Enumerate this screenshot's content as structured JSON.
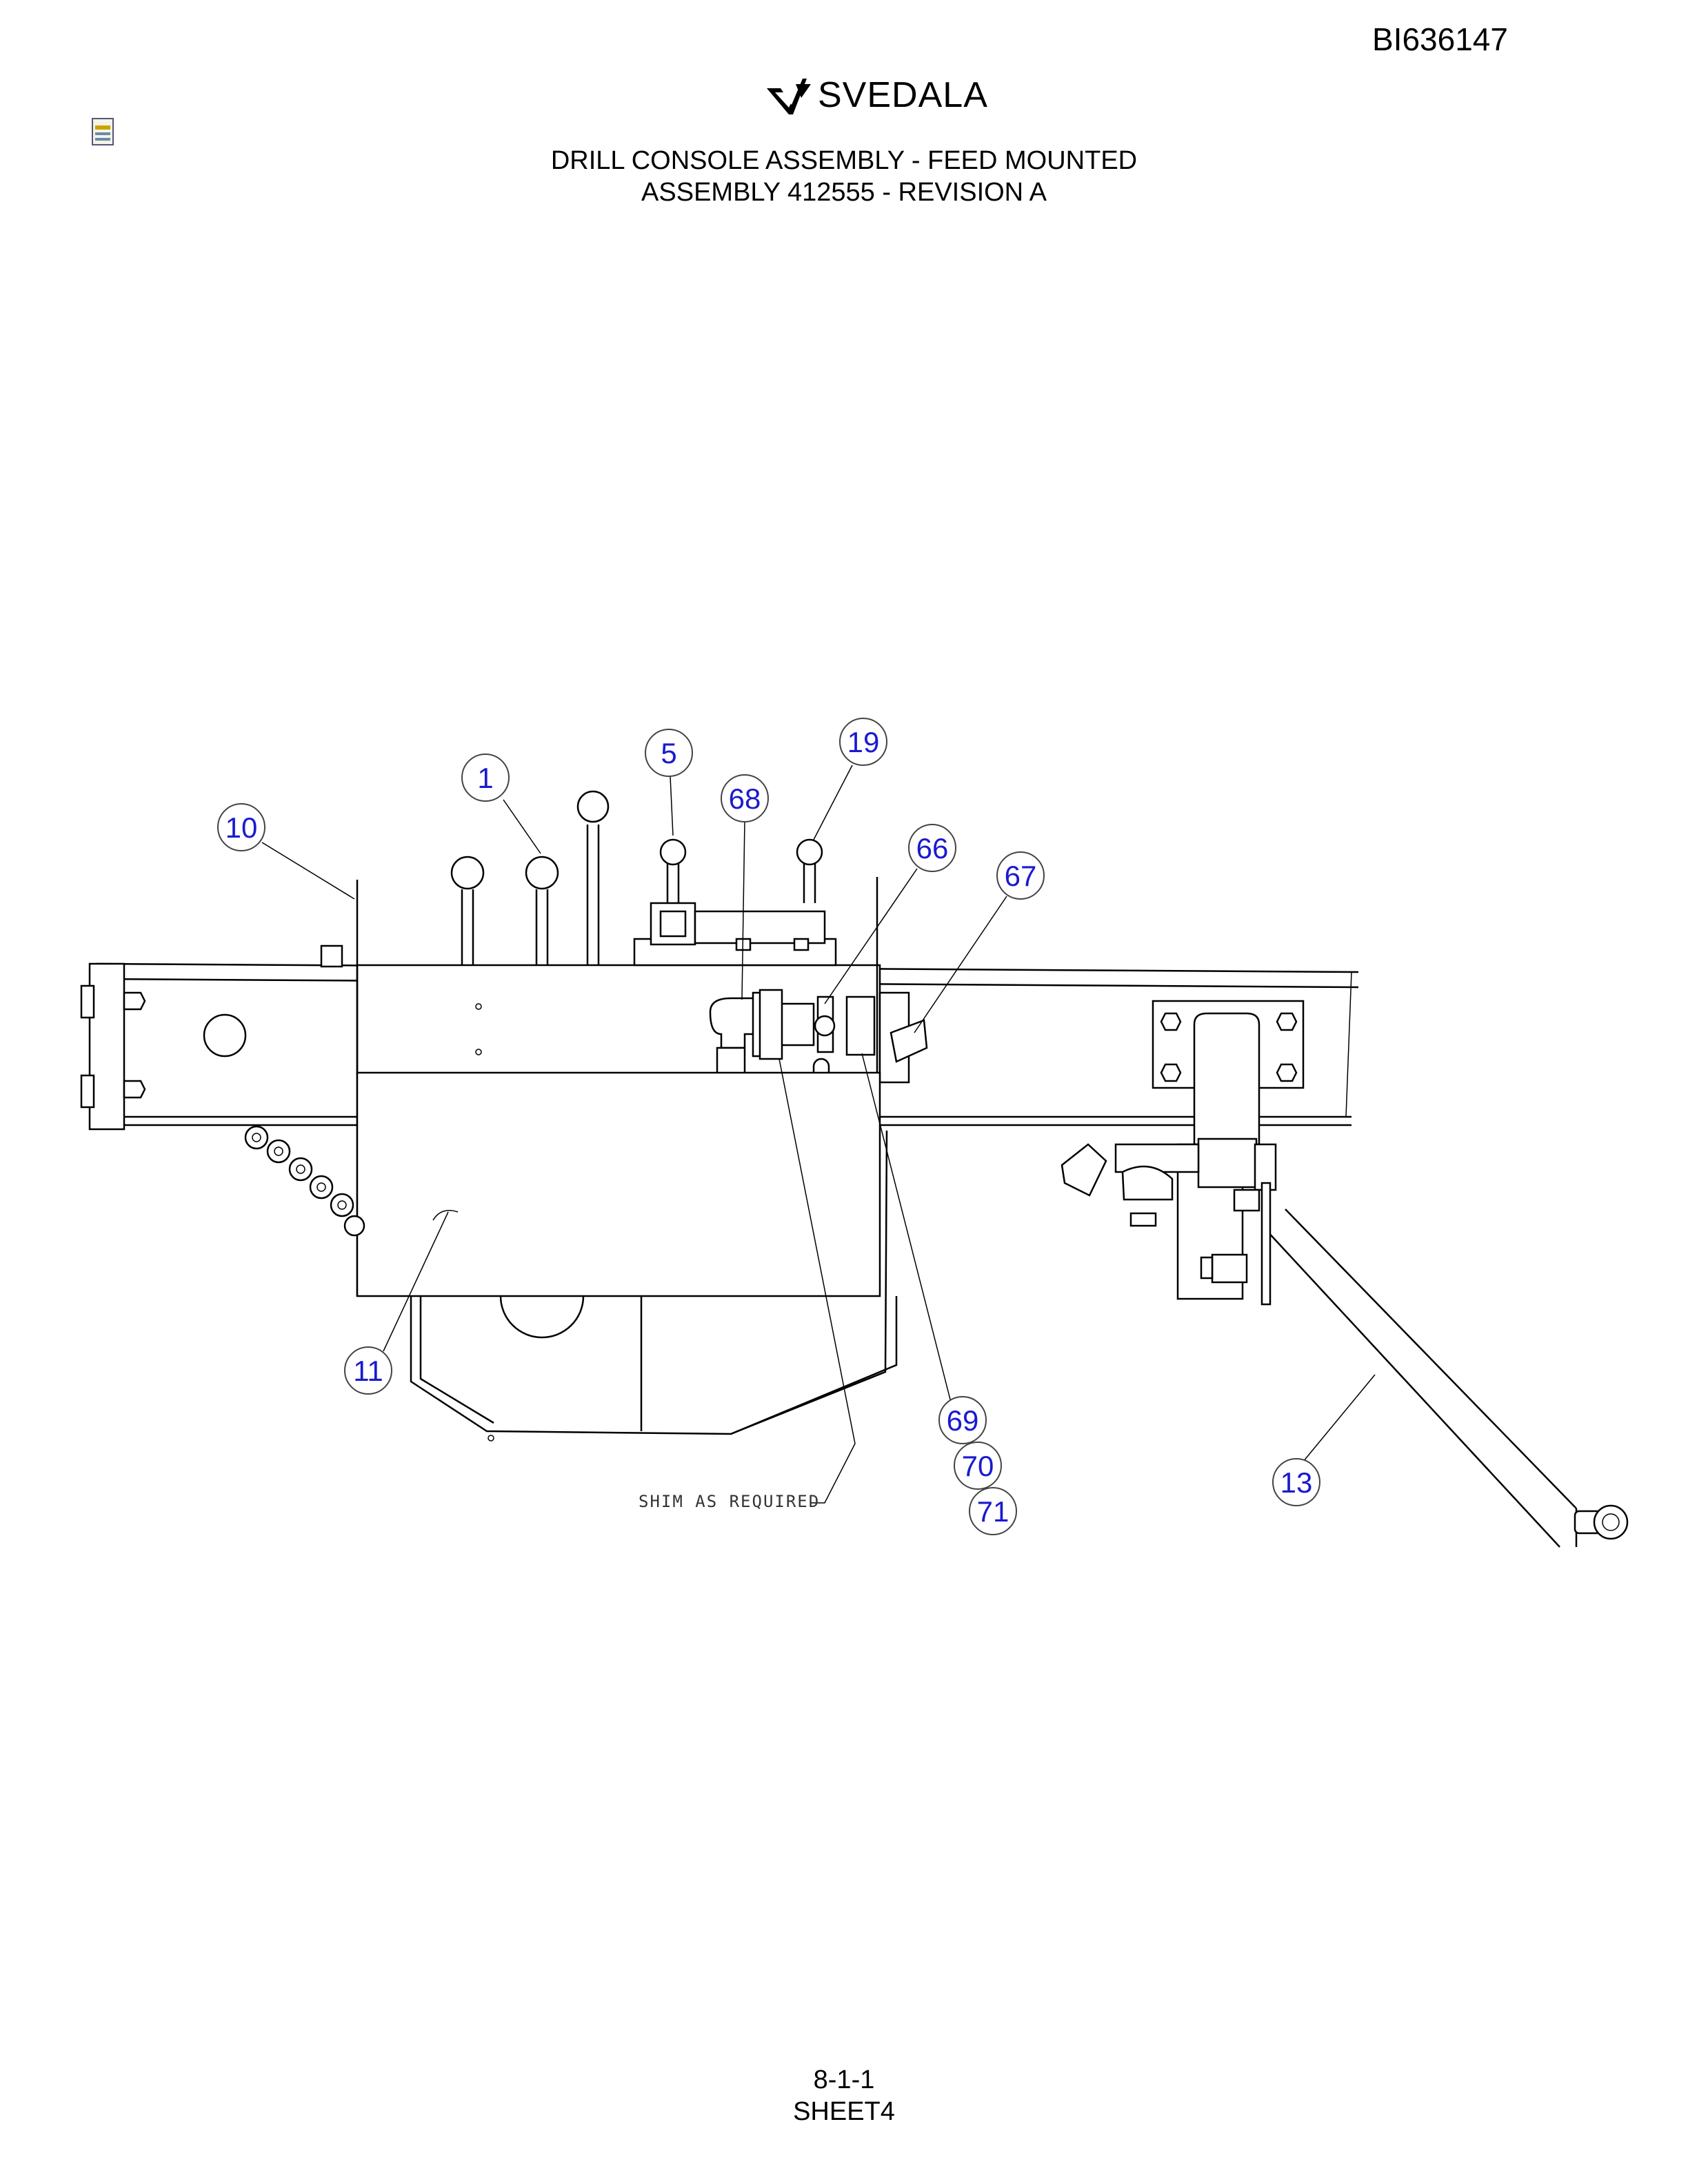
{
  "header": {
    "document_id": "BI636147",
    "brand": "SVEDALA",
    "title_line1": "DRILL CONSOLE ASSEMBLY - FEED MOUNTED",
    "title_line2": "ASSEMBLY 412555 - REVISION A"
  },
  "footer": {
    "page_number": "8-1-1",
    "sheet": "SHEET4"
  },
  "drawing": {
    "note": "SHIM AS REQUIRED",
    "callouts": [
      {
        "id": "callout-1",
        "label": "1"
      },
      {
        "id": "callout-5",
        "label": "5"
      },
      {
        "id": "callout-10",
        "label": "10"
      },
      {
        "id": "callout-11",
        "label": "11"
      },
      {
        "id": "callout-13",
        "label": "13"
      },
      {
        "id": "callout-19",
        "label": "19"
      },
      {
        "id": "callout-66",
        "label": "66"
      },
      {
        "id": "callout-67",
        "label": "67"
      },
      {
        "id": "callout-68",
        "label": "68"
      },
      {
        "id": "callout-69",
        "label": "69"
      },
      {
        "id": "callout-70",
        "label": "70"
      },
      {
        "id": "callout-71",
        "label": "71"
      }
    ]
  },
  "colors": {
    "callout_text": "#1a1ad0",
    "line": "#000000"
  },
  "icons": {
    "file_icon": "document-icon",
    "logo_mark": "svedala-logo-mark"
  }
}
